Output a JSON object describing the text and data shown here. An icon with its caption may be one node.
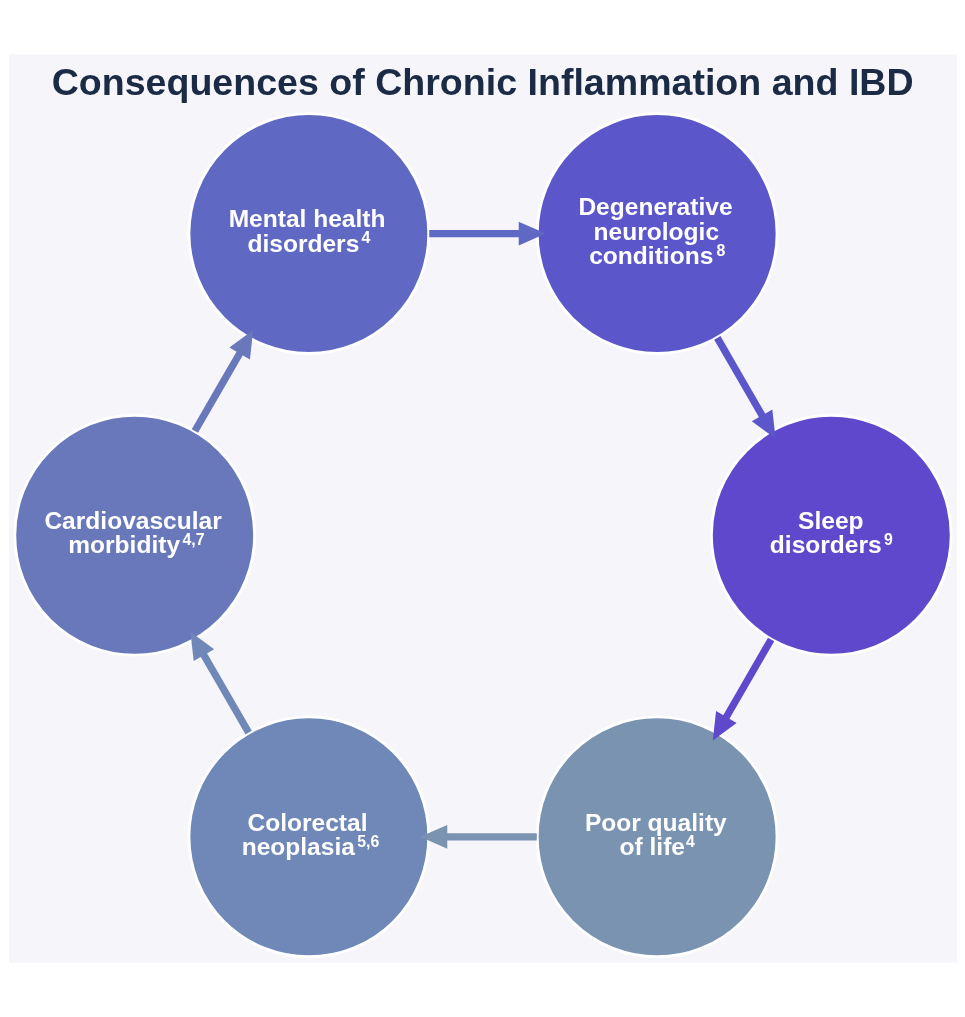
{
  "diagram": {
    "title": "Consequences of Chronic Inflammation and IBD",
    "nodes": [
      {
        "text": [
          "Poor quality of life$^{4}$"
        ]
      },
      {
        "text": [
          "Colorectal neoplasia$^{5,6}$"
        ]
      },
      {
        "text": [
          "Cardiovascular morbidity$^{4,7}$"
        ]
      },
      {
        "text": [
          "Mental health disorders$^{4}$"
        ]
      },
      {
        "text": [
          "Degenerative neurologic conditions$^{8}$"
        ]
      },
      {
        "text": [
          "Sleep disorders$^{9}$"
        ]
      }
    ],
    "edges": [
      {
        "from": 0,
        "to": 1,
        "arrow": "to"
      },
      {
        "from": 1,
        "to": 2,
        "arrow": "to"
      },
      {
        "from": 2,
        "to": 3,
        "arrow": "to"
      },
      {
        "from": 3,
        "to": 4,
        "arrow": "to"
      },
      {
        "from": 4,
        "to": 5,
        "arrow": "to"
      },
      {
        "from": 5,
        "to": 0,
        "arrow": "to"
      }
    ]
  }
}
